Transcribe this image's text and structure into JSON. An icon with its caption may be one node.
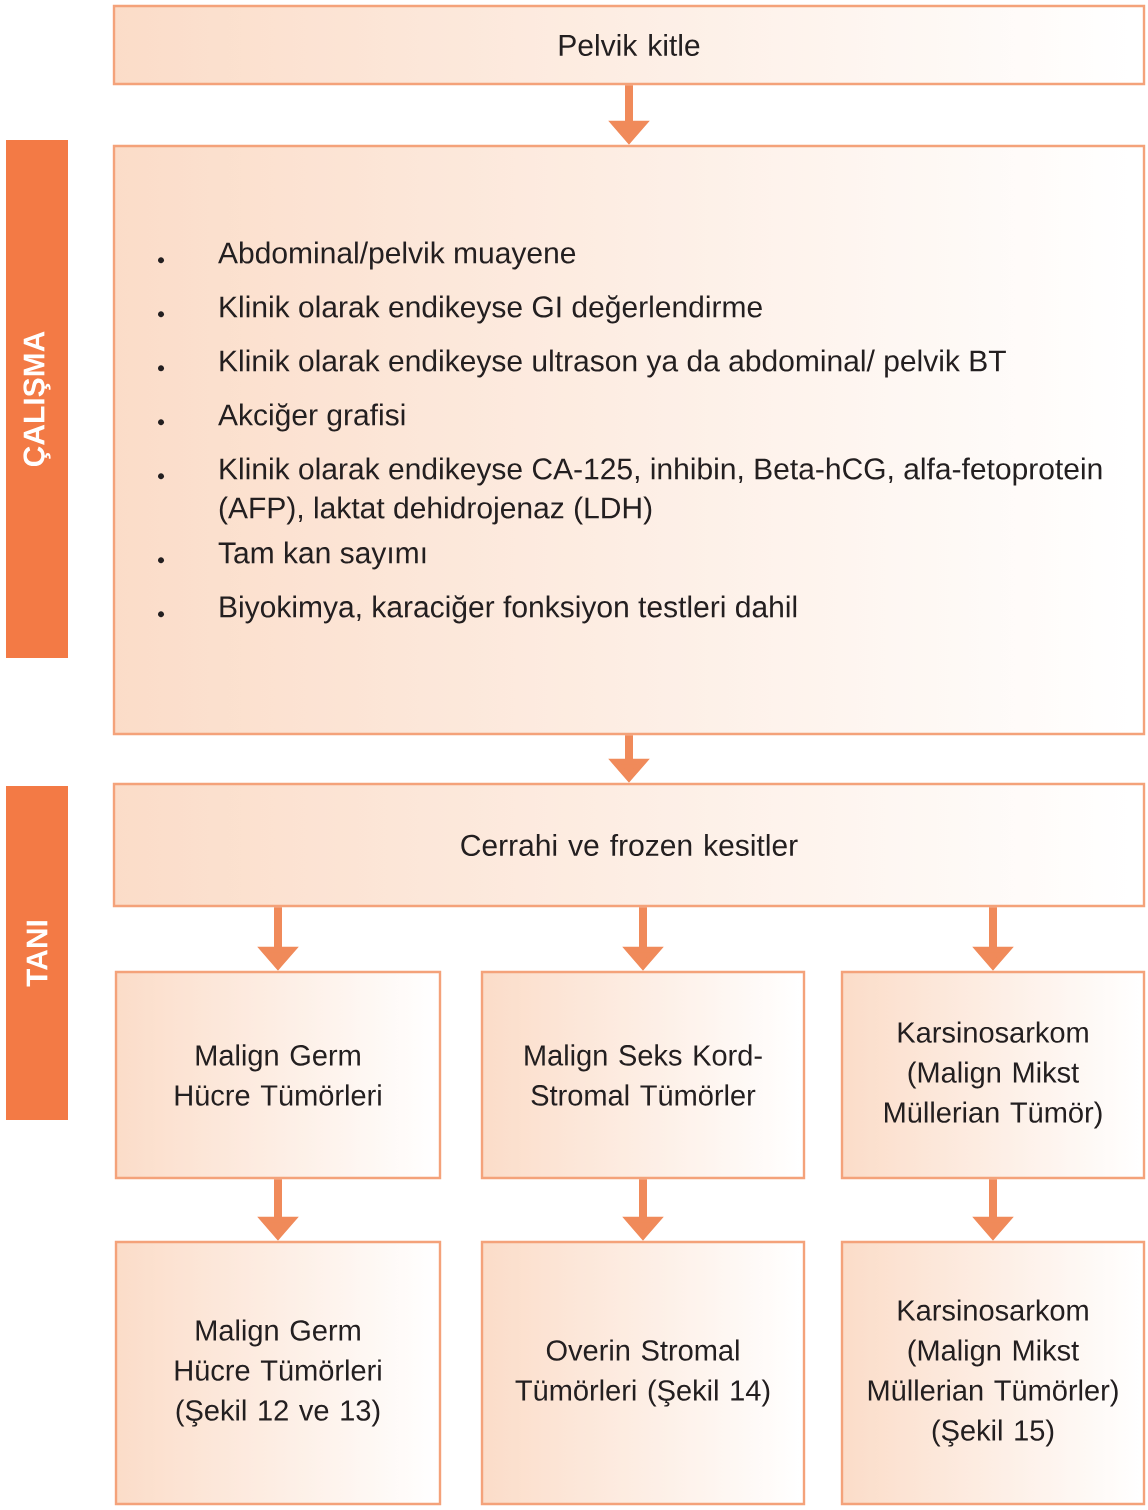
{
  "diagram": {
    "nodes": [
      {
        "text": [
          "Pelvik kitle"
        ]
      },
      {
        "text": [
          "ÇALIŞMA"
        ]
      },
      {
        "text": [
          "Abdominal/pelvik muayene",
          "Klinik olarak endikeyse GI değerlendirme",
          "Klinik olarak endikeyse ultrason ya da abdominal/ pelvik BT",
          "Akciğer grafisi",
          "Klinik olarak endikeyse CA-125, inhibin, Beta-hCG, alfa-fetoprotein (AFP), laktat dehidrojenaz (LDH)",
          "Tam kan sayımı",
          "Biyokimya, karaciğer fonksiyon testleri dahil"
        ]
      },
      {
        "text": [
          "TANI"
        ]
      },
      {
        "text": [
          "Cerrahi ve frozen kesitler"
        ]
      },
      {
        "text": [
          "Malign Germ Hücre Tümörleri"
        ]
      },
      {
        "text": [
          "Malign Seks Kord-Stromal Tümörler"
        ]
      },
      {
        "text": [
          "Karsinosarkom (Malign Mikst Müllerian Tümör)"
        ]
      },
      {
        "text": [
          "Malign Germ Hücre Tümörleri (Şekil 12 ve 13)"
        ]
      },
      {
        "text": [
          "Overin Stromal Tümörleri (Şekil 14)"
        ]
      },
      {
        "text": [
          "Karsinosarkom (Malign Mikst Müllerian Tümörler) (Şekil 15)"
        ]
      }
    ],
    "edges": [
      {
        "from": 0,
        "to": 2,
        "arrow": "to"
      },
      {
        "from": 2,
        "to": 4,
        "arrow": "to"
      },
      {
        "from": 4,
        "to": 5,
        "arrow": "to"
      },
      {
        "from": 4,
        "to": 6,
        "arrow": "to"
      },
      {
        "from": 4,
        "to": 7,
        "arrow": "to"
      },
      {
        "from": 5,
        "to": 8,
        "arrow": "to"
      },
      {
        "from": 6,
        "to": 9,
        "arrow": "to"
      },
      {
        "from": 7,
        "to": 10,
        "arrow": "to"
      }
    ]
  }
}
